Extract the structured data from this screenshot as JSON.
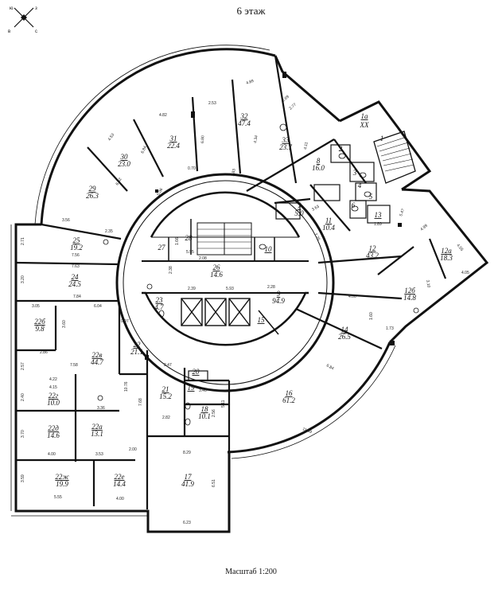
{
  "header": {
    "title": "6 этаж"
  },
  "footer": {
    "scale": "Масштаб 1:200"
  },
  "compass": {
    "n": "ю",
    "e": "з",
    "s": "с",
    "w": "в"
  },
  "rooms": [
    {
      "id": "25",
      "num": "25",
      "area": "19.2"
    },
    {
      "id": "24",
      "num": "24",
      "area": "24.5"
    },
    {
      "id": "22b",
      "num": "22б",
      "area": "9.8"
    },
    {
      "id": "22v",
      "num": "22в",
      "area": "44.7"
    },
    {
      "id": "22",
      "num": "22",
      "area": "21.1"
    },
    {
      "id": "22g",
      "num": "22г",
      "area": "10.0"
    },
    {
      "id": "22d",
      "num": "22д",
      "area": "14.6"
    },
    {
      "id": "22a",
      "num": "22а",
      "area": "13.1"
    },
    {
      "id": "22zh",
      "num": "22ж",
      "area": "19.9"
    },
    {
      "id": "22e",
      "num": "22е",
      "area": "14.4"
    },
    {
      "id": "17",
      "num": "17",
      "area": "41.9"
    },
    {
      "id": "21",
      "num": "21",
      "area": "15.2"
    },
    {
      "id": "18",
      "num": "18",
      "area": "10.1"
    },
    {
      "id": "19",
      "num": "19",
      "area": ""
    },
    {
      "id": "20",
      "num": "20",
      "area": ""
    },
    {
      "id": "16",
      "num": "16",
      "area": "61.2"
    },
    {
      "id": "14",
      "num": "14",
      "area": "26.5"
    },
    {
      "id": "9",
      "num": "9",
      "area": "94.9"
    },
    {
      "id": "12",
      "num": "12",
      "area": "43.2"
    },
    {
      "id": "12a",
      "num": "12а",
      "area": "18.3"
    },
    {
      "id": "12b",
      "num": "12б",
      "area": "14.8"
    },
    {
      "id": "13",
      "num": "13",
      "area": ""
    },
    {
      "id": "11",
      "num": "11",
      "area": "10.4"
    },
    {
      "id": "7",
      "num": "7",
      "area": "5.0"
    },
    {
      "id": "8",
      "num": "8",
      "area": "16.0"
    },
    {
      "id": "33",
      "num": "33",
      "area": "23.7"
    },
    {
      "id": "32",
      "num": "32",
      "area": "47.4"
    },
    {
      "id": "31",
      "num": "31",
      "area": "22.4"
    },
    {
      "id": "30",
      "num": "30",
      "area": "23.0"
    },
    {
      "id": "29",
      "num": "29",
      "area": "26.3"
    },
    {
      "id": "28",
      "num": "28",
      "area": ""
    },
    {
      "id": "27",
      "num": "27",
      "area": ""
    },
    {
      "id": "26",
      "num": "26",
      "area": "14.6"
    },
    {
      "id": "23",
      "num": "23",
      "area": "4.7"
    },
    {
      "id": "15",
      "num": "15",
      "area": ""
    },
    {
      "id": "10",
      "num": "10",
      "area": ""
    },
    {
      "id": "1",
      "num": "1",
      "area": ""
    },
    {
      "id": "1a",
      "num": "1а",
      "area": "XX"
    },
    {
      "id": "2",
      "num": "2",
      "area": ""
    },
    {
      "id": "3",
      "num": "3",
      "area": ""
    },
    {
      "id": "4",
      "num": "4",
      "area": ""
    },
    {
      "id": "5",
      "num": "5",
      "area": ""
    },
    {
      "id": "6",
      "num": "6",
      "area": ""
    }
  ],
  "dimensions": [
    "2.71",
    "7.56",
    "7.63",
    "3.20",
    "7.84",
    "3.05",
    "6.04",
    "3.60",
    "2.86",
    "2.57",
    "4.22",
    "4.15",
    "7.58",
    "2.40",
    "3.36",
    "3.70",
    "4.00",
    "3.53",
    "3.59",
    "5.55",
    "4.00",
    "8.29",
    "6.51",
    "6.23",
    "10.76",
    "5.11",
    "2.82",
    "2.56",
    "11.69",
    "6.84",
    "5.95",
    "2.38",
    "2.39",
    "5.93",
    "2.28",
    "4.53",
    "6.52",
    "6.84",
    "4.82",
    "6.80",
    "5.06",
    "2.53",
    "4.89",
    "2.69",
    "2.77",
    "4.34",
    "4.11",
    "1.83",
    "5.47",
    "4.99",
    "4.55",
    "4.05",
    "3.10",
    "1.73",
    "3.56",
    "2.35",
    "0.70",
    "0.97",
    "2.00",
    "7.68",
    "2.47",
    "3.40",
    "1.66",
    "4.00",
    "2.25",
    "3.63",
    "1.89",
    "2.08",
    "1.60"
  ]
}
